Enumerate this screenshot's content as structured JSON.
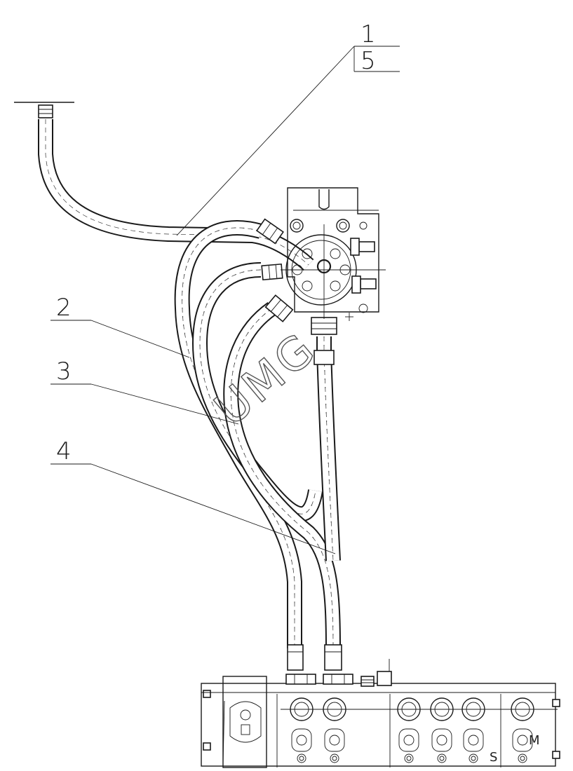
{
  "callouts": {
    "c1": "1",
    "c5": "5",
    "c2": "2",
    "c3": "3",
    "c4": "4"
  },
  "watermark": "UMG",
  "valve_marks": {
    "s": "S",
    "m": "M"
  }
}
